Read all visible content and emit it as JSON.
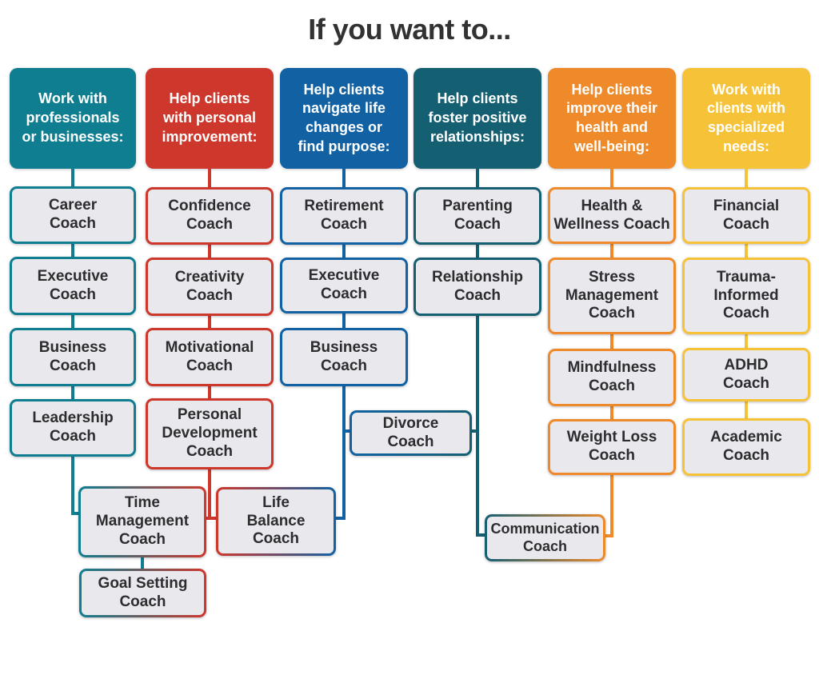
{
  "title": "If you want to...",
  "colors": {
    "teal": "#0e7e90",
    "red": "#ce372c",
    "blue": "#1262a3",
    "dteal": "#155f72",
    "orange": "#ee8a29",
    "yellow": "#f6c238",
    "fill": "#e9e8ed",
    "ink": "#2d2d30",
    "titleink": "#323232"
  },
  "columns": [
    {
      "header": "Work with\nprofessionals\nor businesses:",
      "items": [
        "Career\nCoach",
        "Executive\nCoach",
        "Business\nCoach",
        "Leadership\nCoach"
      ]
    },
    {
      "header": "Help clients\nwith personal\nimprovement:",
      "items": [
        "Confidence\nCoach",
        "Creativity\nCoach",
        "Motivational\nCoach",
        "Personal\nDevelopment\nCoach"
      ]
    },
    {
      "header": "Help clients\nnavigate life\nchanges or\nfind purpose:",
      "items": [
        "Retirement\nCoach",
        "Executive\nCoach",
        "Business\nCoach"
      ]
    },
    {
      "header": "Help clients\nfoster positive\nrelationships:",
      "items": [
        "Parenting\nCoach",
        "Relationship\nCoach"
      ]
    },
    {
      "header": "Help clients\nimprove their\nhealth and\nwell-being:",
      "items": [
        "Health &\nWellness Coach",
        "Stress\nManagement\nCoach",
        "Mindfulness\nCoach",
        "Weight Loss\nCoach"
      ]
    },
    {
      "header": "Work with\nclients with\nspecialized\nneeds:",
      "items": [
        "Financial\nCoach",
        "Trauma-\nInformed\nCoach",
        "ADHD\nCoach",
        "Academic\nCoach"
      ]
    }
  ],
  "shared": [
    {
      "label": "Divorce\nCoach"
    },
    {
      "label": "Time\nManagement\nCoach"
    },
    {
      "label": "Life\nBalance\nCoach"
    },
    {
      "label": "Goal Setting\nCoach"
    },
    {
      "label": "Communication\nCoach"
    }
  ]
}
